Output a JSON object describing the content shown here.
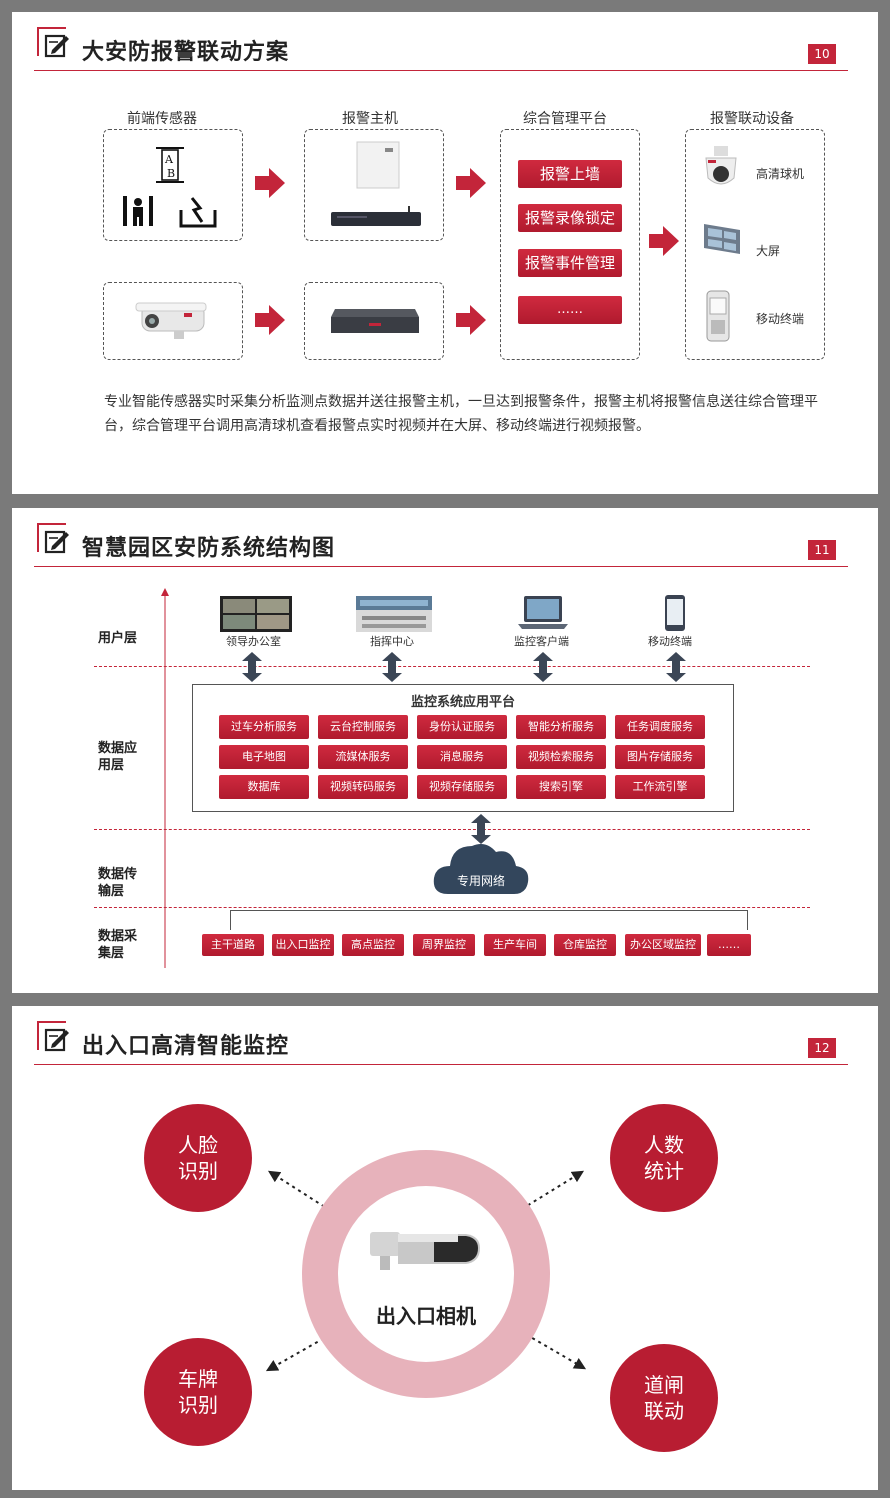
{
  "slide1": {
    "title": "大安防报警联动方案",
    "page_number": "10",
    "columns": {
      "sensor": "前端传感器",
      "host": "报警主机",
      "platform": "综合管理平台",
      "devices": "报警联动设备"
    },
    "platform_buttons": [
      "报警上墙",
      "报警录像锁定",
      "报警事件管理",
      "……"
    ],
    "devices": [
      "高清球机",
      "大屏",
      "移动终端"
    ],
    "description": "专业智能传感器实时采集分析监测点数据并送往报警主机，一旦达到报警条件，报警主机将报警信息送往综合管理平台，综合管理平台调用高清球机查看报警点实时视频并在大屏、移动终端进行视频报警。"
  },
  "slide2": {
    "title": "智慧园区安防系统结构图",
    "page_number": "11",
    "layers": {
      "user": "用户层",
      "app": "数据应用层",
      "transport": "数据传输层",
      "collect": "数据采集层"
    },
    "users": [
      "领导办公室",
      "指挥中心",
      "监控客户端",
      "移动终端"
    ],
    "platform_title": "监控系统应用平台",
    "services": [
      "过车分析服务",
      "云台控制服务",
      "身份认证服务",
      "智能分析服务",
      "任务调度服务",
      "电子地图",
      "流媒体服务",
      "消息服务",
      "视频检索服务",
      "图片存储服务",
      "数据库",
      "视频转码服务",
      "视频存储服务",
      "搜索引擎",
      "工作流引擎"
    ],
    "network": "专用网络",
    "sources": [
      "主干道路",
      "出入口监控",
      "高点监控",
      "周界监控",
      "生产车间",
      "仓库监控",
      "办公区域监控",
      "……"
    ]
  },
  "slide3": {
    "title": "出入口高清智能监控",
    "page_number": "12",
    "center": "出入口相机",
    "features": {
      "face": "人脸识别",
      "count": "人数统计",
      "plate": "车牌识别",
      "gate": "道闸联动"
    }
  },
  "colors": {
    "accent": "#c3253a",
    "dark": "#333333"
  }
}
